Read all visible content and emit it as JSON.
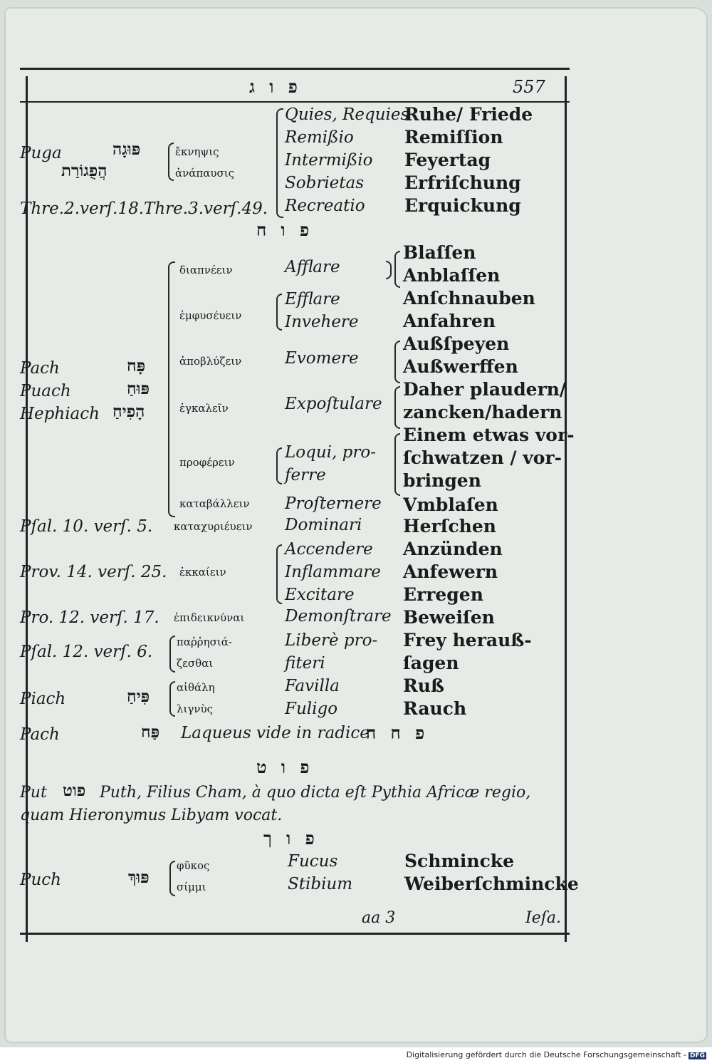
{
  "header": {
    "hebrew": "פ ו ג",
    "page_number": "557"
  },
  "sec1": {
    "translit": "Puga",
    "hebrew1": "פּוּגָה",
    "hebrew2": "הֲפֻגוֹרַת",
    "greek1": "ἔκνηψις",
    "greek2": "ἀνάπαυσις",
    "ref": "Thre.2.verſ.18.Thre.3.verſ.49.",
    "latin": [
      "Quies, Requies",
      "Remißio",
      "Intermißio",
      "Sobrietas",
      "Recreatio"
    ],
    "german": [
      "Ruhe/ Friede",
      "Remiſſion",
      "Feyertag",
      "Erfriſchung",
      "Erquickung"
    ]
  },
  "sec2": {
    "heading": "פ ו ח",
    "translit": [
      "Pach",
      "Puach",
      "Hephiach"
    ],
    "hebrew": [
      "פָּח",
      "פּוּחַ",
      "הָפִיחַ"
    ],
    "greek": [
      "διαπνέειν",
      "ἐμφυσέυειν",
      "ἀποβλύζειν",
      "ἐγκαλεῖν",
      "προφέρειν",
      "καταβάλλειν"
    ],
    "latin": [
      "Afflare",
      "Efflare",
      "Invehere",
      "Evomere",
      "Expoſtulare",
      "Loqui, pro-",
      "ferre",
      "Proſternere"
    ],
    "german": [
      "Blaſſen",
      "Anblaſſen",
      "Anſchnauben",
      "Anfahren",
      "Außſpeyen",
      "Außwerffen",
      "Daher plaudern/",
      "zancken/hadern",
      "Einem etwas vor-",
      "ſchwatzen / vor-",
      "bringen",
      "Vmblaſen"
    ]
  },
  "rows": [
    {
      "ref": "Pſal. 10. verſ. 5.",
      "greek": "καταχυριέυειν",
      "latin": "Dominari",
      "german": "Herſchen"
    },
    {
      "ref": "Prov. 14. verſ. 25.",
      "greek": "ἐκκαίειν",
      "latin": [
        "Accendere",
        "Inflammare",
        "Excitare"
      ],
      "german": [
        "Anzünden",
        "Anfewern",
        "Erregen"
      ]
    },
    {
      "ref": "Pro. 12. verſ. 17.",
      "greek": "ἐπιδεικνύναι",
      "latin": "Demonſtrare",
      "german": "Beweiſen"
    },
    {
      "ref": "Pſal. 12. verſ. 6.",
      "greek": [
        "παῤῥησιά-",
        "ζεσθαι"
      ],
      "latin": [
        "Liberè pro-",
        "fiteri"
      ],
      "german": [
        "Frey herauß-",
        "ſagen"
      ]
    }
  ],
  "piach": {
    "translit": "Piach",
    "hebrew": "פִּיחַ",
    "greek": [
      "αἰθάλη",
      "λιγνὺς"
    ],
    "latin": [
      "Favilla",
      "Fuligo"
    ],
    "german": [
      "Ruß",
      "Rauch"
    ]
  },
  "pach2": {
    "translit": "Pach",
    "hebrew": "פַּח",
    "latin": "Laqueus vide in radice",
    "hebrew_root": "פ ח ח"
  },
  "sec3": {
    "heading": "פ ו ט",
    "line1_translit": "Put",
    "line1_hebrew": "פוט",
    "line1_text": "Puth, Filius Cham, à quo dicta eſt Pythia Africæ regio,",
    "line2_text": "quam Hieronymus Libyam vocat."
  },
  "sec4": {
    "heading": "פ ו ך",
    "translit": "Puch",
    "hebrew": "פּוּךְ",
    "greek": [
      "φῦκος",
      "σίμμι"
    ],
    "latin": [
      "Fucus",
      "Stibium"
    ],
    "german": [
      "Schmincke",
      "Weiberſchmincke"
    ]
  },
  "signature": "aa 3",
  "catchword": "Ieſa.",
  "footer_text": "Digitalisierung gefördert durch die Deutsche Forschungsgemeinschaft -",
  "footer_logo": "DFG"
}
